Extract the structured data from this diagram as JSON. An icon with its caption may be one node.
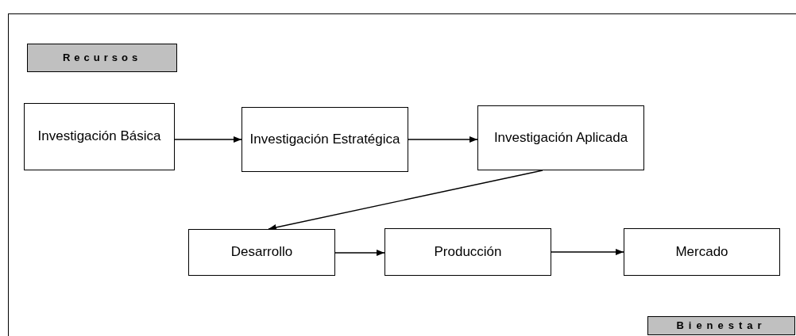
{
  "diagram": {
    "nodes": [
      {
        "text": [
          "Recursos"
        ]
      },
      {
        "text": [
          "Investigación Básica"
        ]
      },
      {
        "text": [
          "Investigación Estratégica"
        ]
      },
      {
        "text": [
          "Investigación Aplicada"
        ]
      },
      {
        "text": [
          "Desarrollo"
        ]
      },
      {
        "text": [
          "Producción"
        ]
      },
      {
        "text": [
          "Mercado"
        ]
      },
      {
        "text": [
          "Bienestar"
        ]
      }
    ],
    "edges": [
      {
        "from": 1,
        "to": 2,
        "arrow": "to"
      },
      {
        "from": 2,
        "to": 3,
        "arrow": "to"
      },
      {
        "from": 3,
        "to": 4,
        "arrow": "to"
      },
      {
        "from": 4,
        "to": 5,
        "arrow": "to"
      },
      {
        "from": 5,
        "to": 6,
        "arrow": "to"
      }
    ]
  }
}
